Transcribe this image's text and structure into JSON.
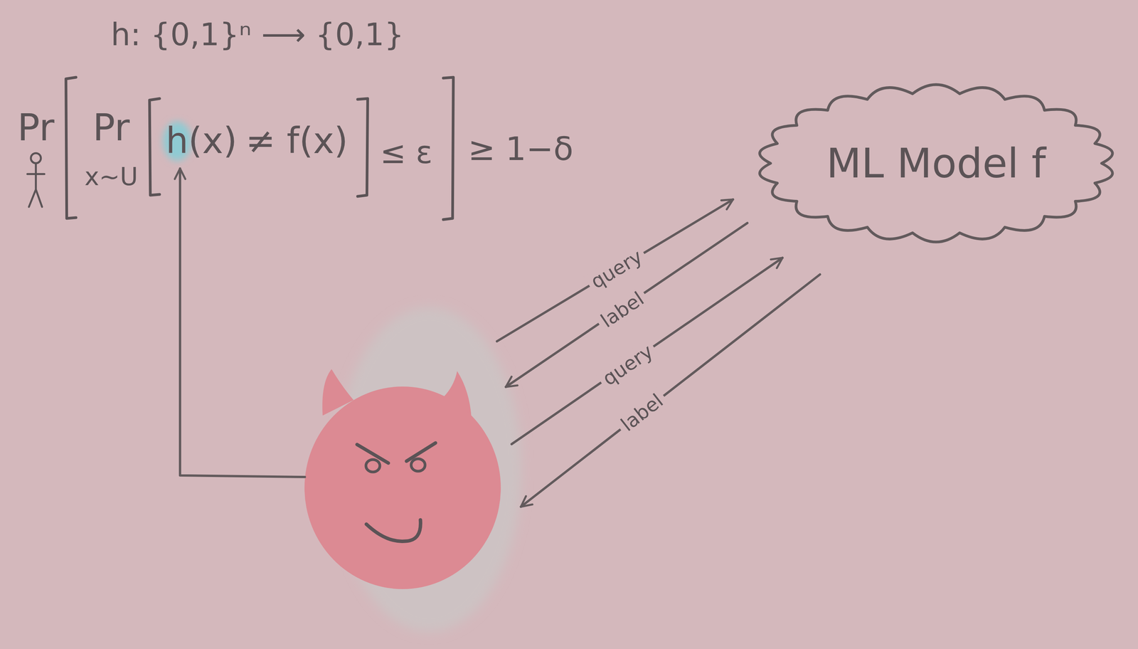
{
  "diagram": {
    "nodes": [
      {
        "text": [
          "ML Model f"
        ]
      }
    ],
    "labels": [
      "h: {0,1}ⁿ ⟶ {0,1}",
      "Pr",
      "Pr",
      "x∼U",
      "h(x)",
      "≠ f(x)",
      "≤ ε",
      "≥ 1−δ",
      "query",
      "label",
      "query",
      "label"
    ]
  }
}
